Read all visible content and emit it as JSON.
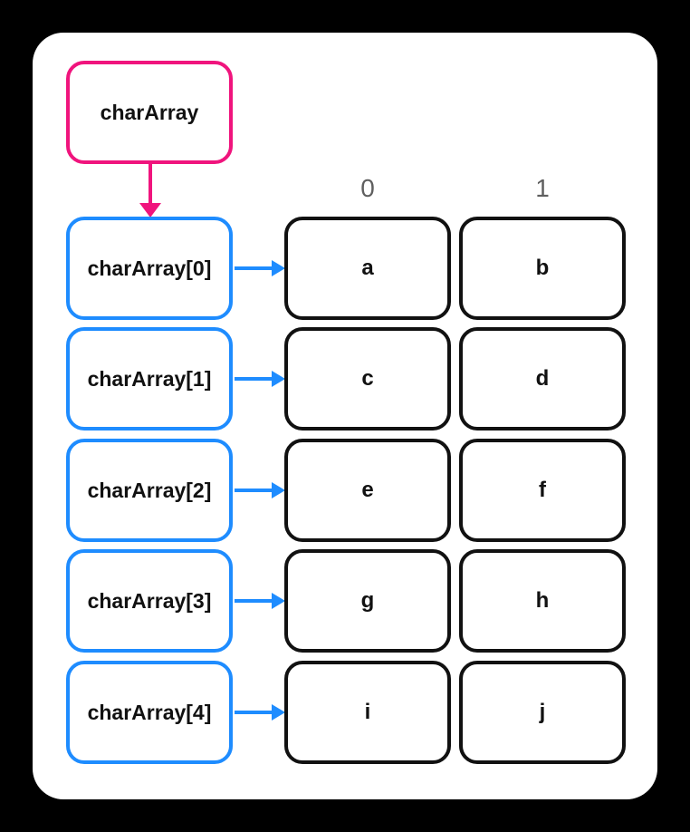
{
  "diagram": {
    "root_label": "charArray",
    "column_headers": [
      "0",
      "1"
    ],
    "rows": [
      {
        "label": "charArray[0]",
        "cells": [
          "a",
          "b"
        ]
      },
      {
        "label": "charArray[1]",
        "cells": [
          "c",
          "d"
        ]
      },
      {
        "label": "charArray[2]",
        "cells": [
          "e",
          "f"
        ]
      },
      {
        "label": "charArray[3]",
        "cells": [
          "g",
          "h"
        ]
      },
      {
        "label": "charArray[4]",
        "cells": [
          "i",
          "j"
        ]
      }
    ],
    "colors": {
      "canvas_bg": "#000000",
      "card_bg": "#ffffff",
      "root_border": "#f0147d",
      "pointer_border": "#1e8cff",
      "cell_border": "#111111",
      "header_text": "#5f5f5f",
      "label_text": "#111111"
    }
  }
}
